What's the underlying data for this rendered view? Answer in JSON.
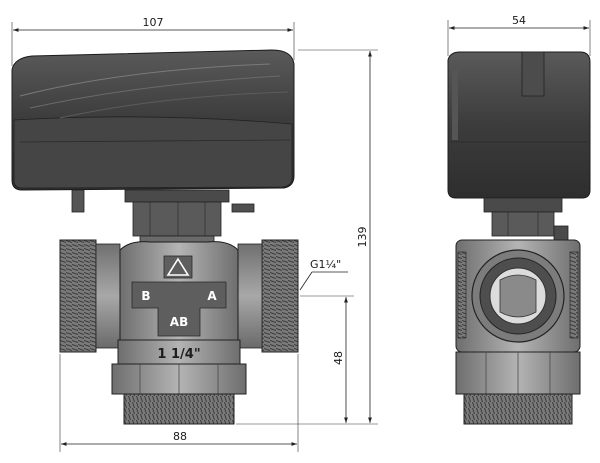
{
  "dimensions": {
    "front_width": "107",
    "side_width": "54",
    "total_height": "139",
    "port_height": "48",
    "body_width": "88"
  },
  "labels": {
    "thread": "G1¼\"",
    "port_b": "B",
    "port_a": "A",
    "port_ab": "AB",
    "size": "1 1/4\""
  },
  "colors": {
    "actuator": "#3f3f3f",
    "body": "#8a8a8a",
    "thread": "#6a6a6a"
  }
}
